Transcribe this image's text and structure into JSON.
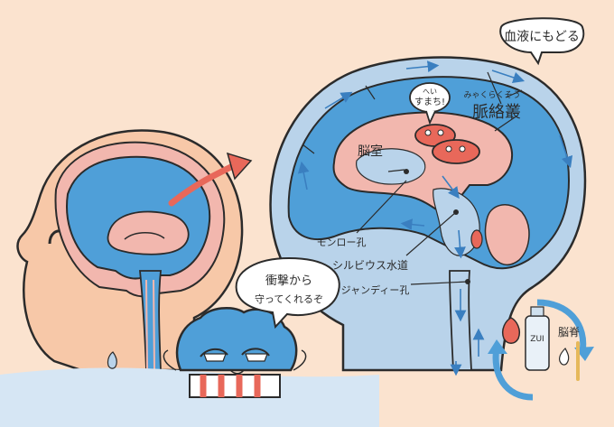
{
  "bubble_blood": "血液にもどる",
  "bubble_hai": "へい",
  "bubble_reply": "すまち!",
  "choroid_reading": "みゃくらくそう",
  "choroid_kanji": "脈絡叢",
  "ventricle": "脳室",
  "monro": "モンロー孔",
  "sylvius": "シルビウス水道",
  "magendie": "マジャンディー孔",
  "bubble_protect_1": "衝撃から",
  "bubble_protect_2": "守ってくれるぞ",
  "bottle_label": "ZUI",
  "spinal": "脳脊",
  "colors": {
    "background": "#fbe3cf",
    "csf_blue": "#4f9fd8",
    "light_blue": "#b9d3ea",
    "pink": "#f2b7ae",
    "skin": "#f7c8a8",
    "red": "#e8685a",
    "outline": "#2b2b2b"
  }
}
